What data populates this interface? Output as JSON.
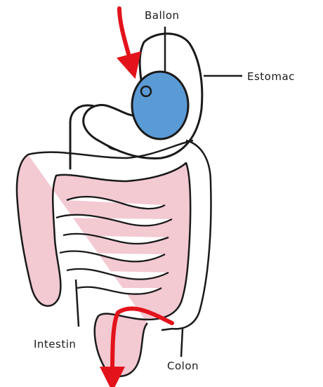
{
  "labels": {
    "balloon": "Ballon",
    "stomach": "Estomac",
    "intestine": "Intestin",
    "colon": "Colon"
  },
  "colors": {
    "outline": "#1a1a1a",
    "balloon_fill": "#5b9bd5",
    "intestine_fill": "#f3c9d2",
    "intestine_shade": "#e6a3b3",
    "arrow": "#e3131b"
  }
}
